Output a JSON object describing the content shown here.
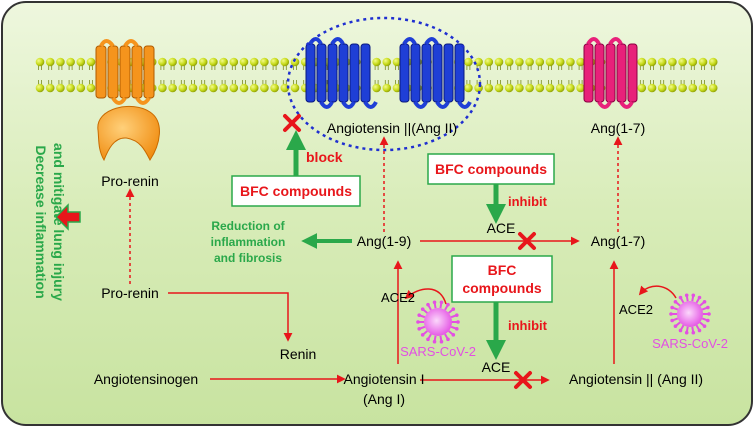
{
  "side_label": {
    "line1": "Decrease inflammation",
    "line2": "and mitigate lung injury"
  },
  "labels": {
    "angiotensin_ii_receptor": "Angiotensin ||(Ang II)",
    "ang17_receptor": "Ang(1-7)",
    "prorenin_top": "Pro-renin",
    "block": "block",
    "bfc_block": "BFC compounds",
    "bfc_inhibit_top": "BFC compounds",
    "inhibit_top": "inhibit",
    "ace_top": "ACE",
    "reduction_line1": "Reduction of",
    "reduction_line2": "inflammation",
    "reduction_line3": "and fibrosis",
    "ang19": "Ang(1-9)",
    "ang17": "Ang(1-7)",
    "bfc_inhibit_bottom_line1": "BFC",
    "bfc_inhibit_bottom_line2": "compounds",
    "inhibit_bottom": "inhibit",
    "ace2_left": "ACE2",
    "ace2_right": "ACE2",
    "sars_left": "SARS-CoV-2",
    "sars_right": "SARS-CoV-2",
    "prorenin_bottom": "Pro-renin",
    "renin": "Renin",
    "angiotensinogen": "Angiotensinogen",
    "angiotensin_i_line1": "Angiotensin I",
    "angiotensin_i_line2": "(Ang I)",
    "ace_bottom": "ACE",
    "angiotensin_ii_bottom": "Angiotensin || (Ang II)"
  },
  "colors": {
    "background": "#d4eab2",
    "membrane_head": "#c6da18",
    "prorenin_receptor": "#f5941d",
    "at1_receptor": "#1f3fd6",
    "mas_receptor": "#e8217a",
    "arrow_red": "#e8161b",
    "arrow_green": "#2aa84a",
    "text_green": "#2aa84a",
    "text_red": "#e8161b",
    "virus": "#ef59ef"
  }
}
